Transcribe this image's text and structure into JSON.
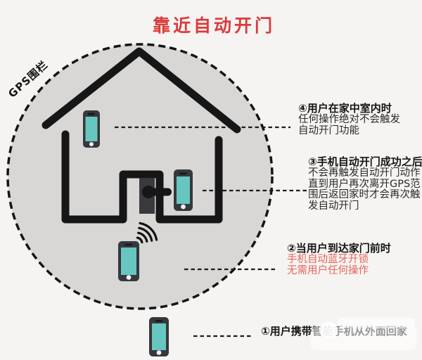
{
  "title": {
    "text": "靠近自动开门",
    "color": "#dc3a3a"
  },
  "gps_fence_label": "GPS围栏",
  "annotations": [
    {
      "heading": "①用户携带智能手机从外面回家",
      "lines": []
    },
    {
      "heading": "②当用户到达家门前时",
      "lines": [
        "手机自动蓝牙开锁",
        "无需用户任何操作"
      ],
      "lines_color": "#e8635c"
    },
    {
      "heading": "③手机自动开门成功之后",
      "lines": [
        "不会再触发自动开门动作",
        "直到用户再次离开GPS范",
        "围后返回家时才会再次触",
        "发自动开门"
      ]
    },
    {
      "heading": "④用户在家中室内时",
      "lines": [
        "任何操作绝对不会触发",
        "自动开门功能"
      ]
    }
  ],
  "icons": {
    "gps-fence-circle": "large gray circle with black dashed border",
    "house-icon": "black house outline with roof and walls",
    "door-lock-icon": "dark door panel with black handle pill",
    "smartphone-icon": "dark phone with teal screen, speaker slit, home button",
    "bluetooth-signal-icon": "four arcs radiating to upper right",
    "connector-line": "thin black dashed leader line"
  },
  "colors": {
    "background": "#f5f4f2",
    "circle_fill": "#d8d7d5",
    "ink": "#161616",
    "title_red": "#dc3a3a",
    "highlight_red": "#e8635c",
    "phone_body": "#35383c",
    "phone_screen": "#68c6c1",
    "door_gray": "#3a3a3e"
  }
}
